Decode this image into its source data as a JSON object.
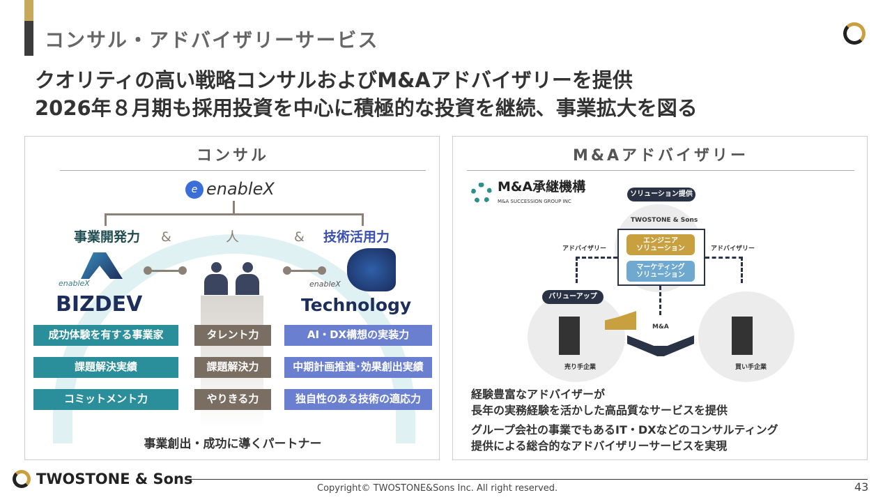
{
  "header": {
    "title": "コンサル・アドバイザリーサービス",
    "headline1": "クオリティの高い戦略コンサルおよびM&Aアドバイザリーを提供",
    "headline2": "2026年８月期も採用投資を中心に積極的な投資を継続、事業拡大を図る"
  },
  "consult": {
    "title": "コンサル",
    "logo": "enableX",
    "pillars": [
      {
        "label": "事業開発力",
        "brand": "BIZDEV",
        "sub": "enableX"
      },
      {
        "label": "人"
      },
      {
        "label": "技術活用力",
        "brand": "Technology",
        "sub": "enableX"
      }
    ],
    "amp": "&",
    "rows": [
      [
        "成功体験を有する事業家",
        "タレント力",
        "AI・DX構想の実装力"
      ],
      [
        "課題解決実績",
        "課題解決力",
        "中期計画推進･効果創出実績"
      ],
      [
        "コミットメント力",
        "やりきる力",
        "独自性のある技術の適応力"
      ]
    ],
    "footer": "事業創出・成功に導くパートナー"
  },
  "ma": {
    "title": "M&Aアドバイザリー",
    "logo_main": "M&A承継機構",
    "logo_sub": "M&A SUCCESSION GROUP INC",
    "solution_tag": "ソリューション提供",
    "company": "TWOSTONE & Sons",
    "engineer": [
      "エンジニア",
      "ソリューション"
    ],
    "marketing": [
      "マーケティング",
      "ソリューション"
    ],
    "advisory": "アドバイザリー",
    "valueup": "バリューアップ",
    "ma_label": "M&A",
    "seller": "売り手企業",
    "buyer": "買い手企業",
    "text": [
      "経験豊富なアドバイザーが",
      "長年の実務経験を活かした高品質なサービスを提供",
      "グループ会社の事業でもあるIT・DXなどのコンサルティング",
      "提供による総合的なアドバイザリーサービスを実現"
    ]
  },
  "footer": {
    "brand": "TWOSTONE & Sons",
    "copyright": "Copyright© TWOSTONE&Sons Inc. All right reserved.",
    "page": "43"
  },
  "colors": {
    "teal": "#2b8f9b",
    "brown": "#7a6e63",
    "blue": "#6b7fd1",
    "gold": "#c8a040",
    "navy": "#2a3346"
  }
}
